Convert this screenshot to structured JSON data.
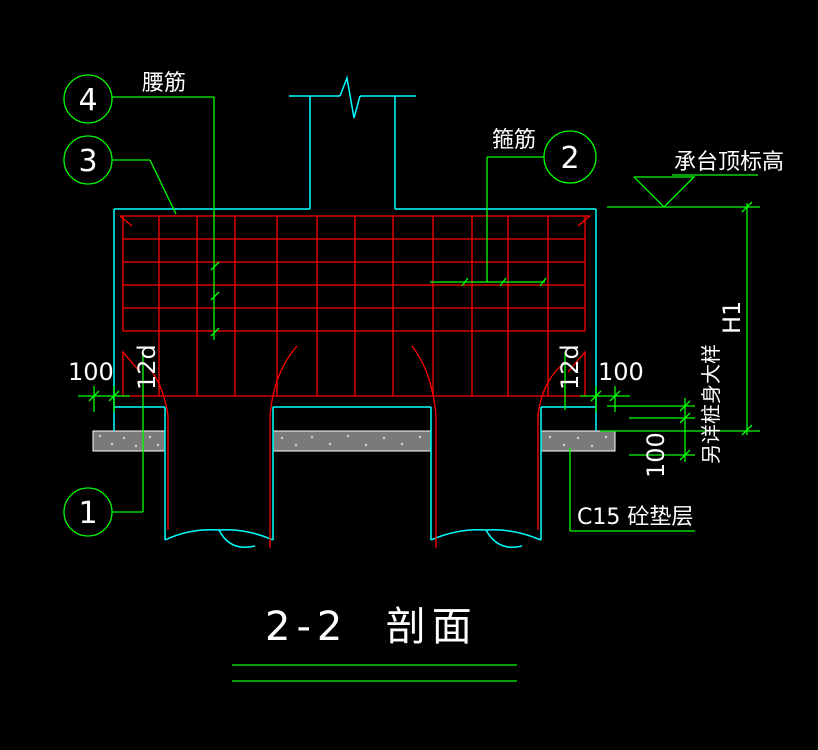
{
  "drawing": {
    "title": "2-2  剖面",
    "labels": {
      "waist_bar": "腰筋",
      "stirrup": "箍筋",
      "cap_top_elevation": "承台顶标高",
      "h1": "H1",
      "pile_embed": "另详桩身大样",
      "cushion": "C15 砼垫层",
      "dim_left": "100",
      "dim_right": "100",
      "dim_bottom": "100",
      "anchor_left": "12d",
      "anchor_right": "12d"
    },
    "bubbles": {
      "b1": "1",
      "b2": "2",
      "b3": "3",
      "b4": "4"
    },
    "colors": {
      "background": "#000000",
      "outline": "#00ffff",
      "rebar": "#ff0000",
      "leader": "#00ff00",
      "text": "#ffffff",
      "hatch": "#c8c8c8"
    }
  }
}
